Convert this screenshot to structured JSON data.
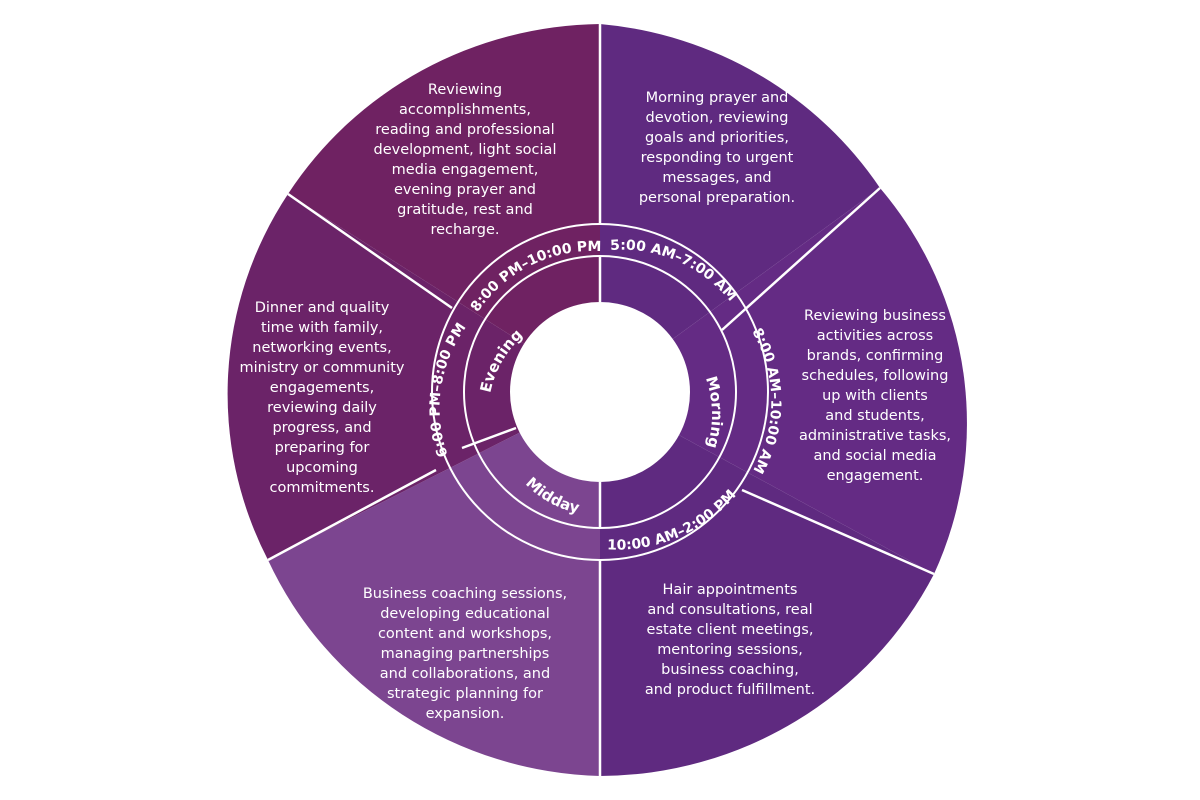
{
  "colors": {
    "background": "#ffffff",
    "divider": "#ffffff",
    "center": "#ffffff",
    "morning": "#5f2a80",
    "morning_mid": "#642b84",
    "midday": "#7c4590",
    "evening": "#6b2368",
    "evening_dark": "#6f2262"
  },
  "periods": [
    {
      "id": "morning",
      "label": "Morning"
    },
    {
      "id": "midday",
      "label": "Midday"
    },
    {
      "id": "evening",
      "label": "Evening"
    }
  ],
  "time_slots": [
    {
      "id": "slot-5am",
      "label": "5:00 AM–7:00 AM"
    },
    {
      "id": "slot-8am",
      "label": "8:00 AM–10:00 AM"
    },
    {
      "id": "slot-10am",
      "label": "10:00 AM–2:00 PM"
    },
    {
      "id": "slot-6pm",
      "label": "6:00 PM–8:00 PM"
    },
    {
      "id": "slot-8pm",
      "label": "8:00 PM–10:00 PM"
    }
  ],
  "activities": [
    {
      "id": "evening-late",
      "lines": [
        "Reviewing",
        "accomplishments,",
        "reading and professional",
        "development, light social",
        "media engagement,",
        "evening prayer and",
        "gratitude, rest and",
        "recharge."
      ]
    },
    {
      "id": "morning-early",
      "lines": [
        "Morning prayer and",
        "devotion, reviewing",
        "goals and priorities,",
        "responding to urgent",
        "messages, and",
        "personal preparation."
      ]
    },
    {
      "id": "evening-early",
      "lines": [
        "Dinner and quality",
        "time with family,",
        "networking events,",
        "ministry or community",
        "engagements,",
        "reviewing daily",
        "progress, and",
        "preparing for",
        "upcoming",
        "commitments."
      ]
    },
    {
      "id": "morning-mid",
      "lines": [
        "Reviewing business",
        "activities across",
        "brands, confirming",
        "schedules, following",
        "up with clients",
        "and students,",
        "administrative tasks,",
        "and social media",
        "engagement."
      ]
    },
    {
      "id": "midday-coaching",
      "lines": [
        "Business coaching sessions,",
        "developing educational",
        "content and workshops,",
        "managing partnerships",
        "and collaborations, and",
        "strategic planning for",
        "expansion."
      ]
    },
    {
      "id": "midday-appointments",
      "lines": [
        "Hair appointments",
        "and consultations, real",
        "estate client meetings,",
        "mentoring sessions,",
        "business coaching,",
        "and product fulfillment."
      ]
    }
  ]
}
